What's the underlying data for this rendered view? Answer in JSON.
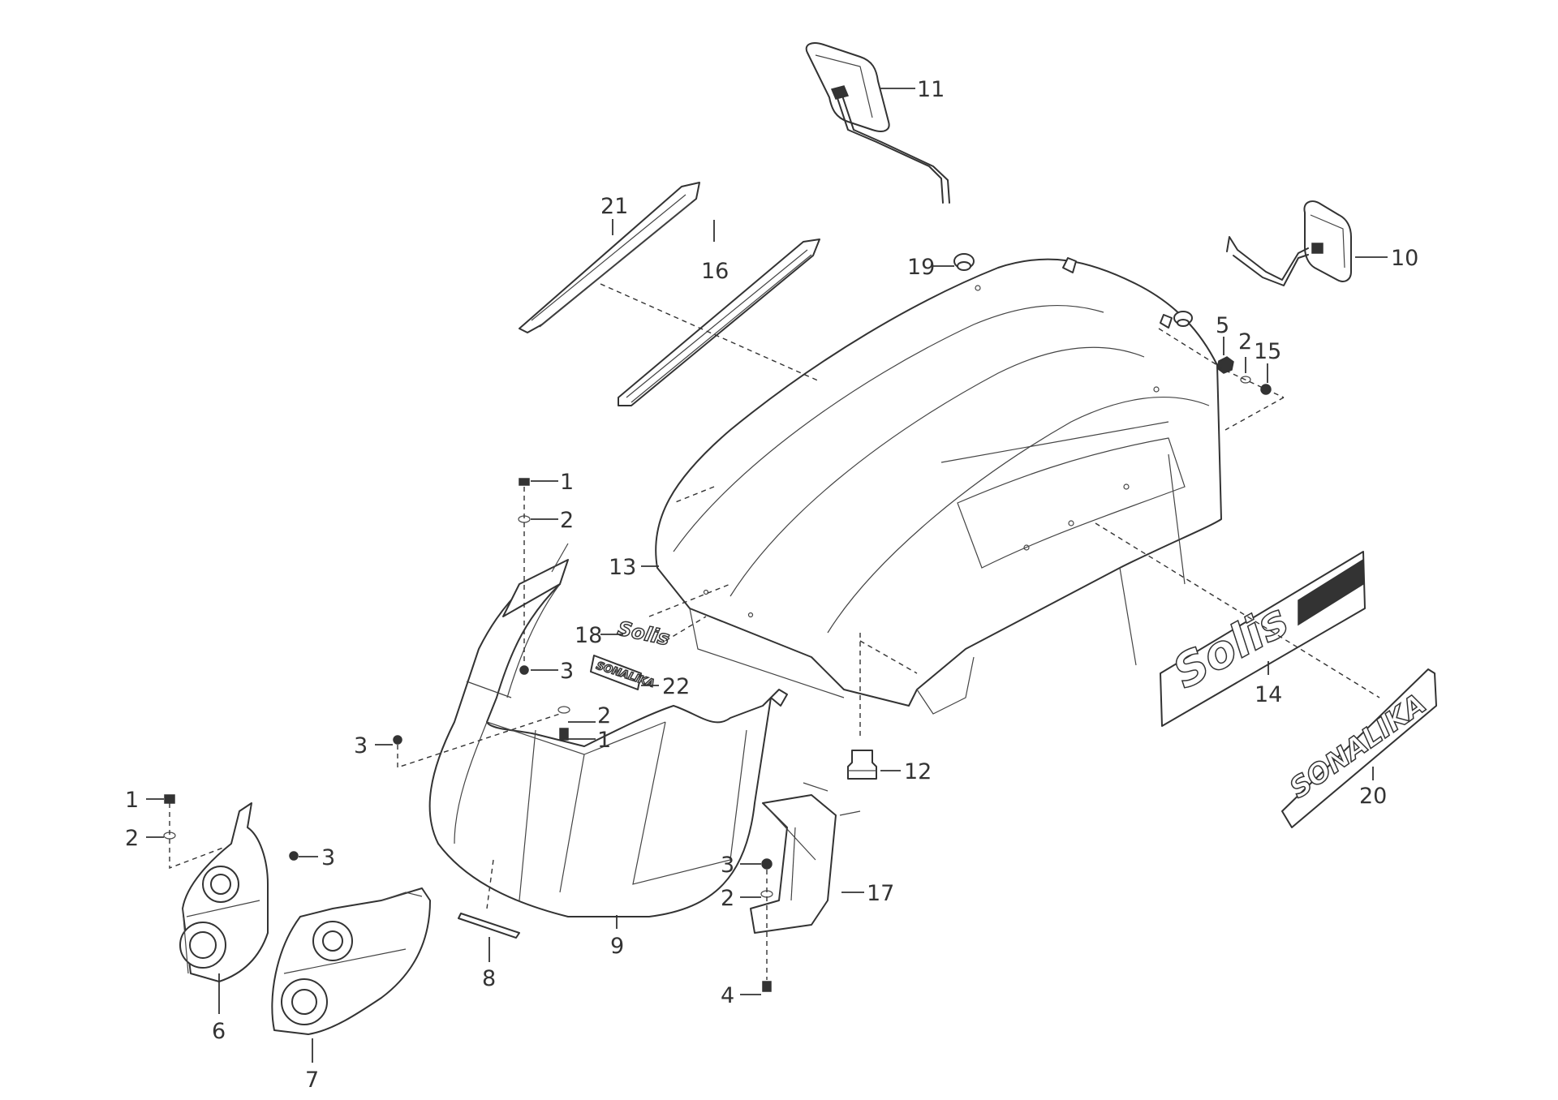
{
  "diagram": {
    "labels": [
      "1",
      "2",
      "3",
      "4",
      "5",
      "6",
      "7",
      "8",
      "9",
      "10",
      "11",
      "12",
      "13",
      "14",
      "15",
      "16",
      "17",
      "18",
      "19",
      "20",
      "21",
      "22"
    ],
    "callouts": {
      "c1a": "1",
      "c2a": "2",
      "c3a": "3",
      "c2b": "2",
      "c1b": "1",
      "c3b": "3",
      "c1c": "1",
      "c2c": "2",
      "c3c": "3",
      "c3d": "3",
      "c2d": "2",
      "c4": "4",
      "c5": "5",
      "c2e": "2",
      "c15": "15",
      "c6": "6",
      "c7": "7",
      "c8": "8",
      "c9": "9",
      "c10": "10",
      "c11": "11",
      "c12": "12",
      "c13": "13",
      "c14": "14",
      "c16": "16",
      "c17": "17",
      "c18": "18",
      "c19": "19",
      "c20": "20",
      "c21": "21",
      "c22": "22"
    },
    "emblems": {
      "brand_14": "Solis",
      "brand_18": "Solis",
      "brand_20": "SONALIKA",
      "brand_22": "SONALIKA"
    }
  }
}
